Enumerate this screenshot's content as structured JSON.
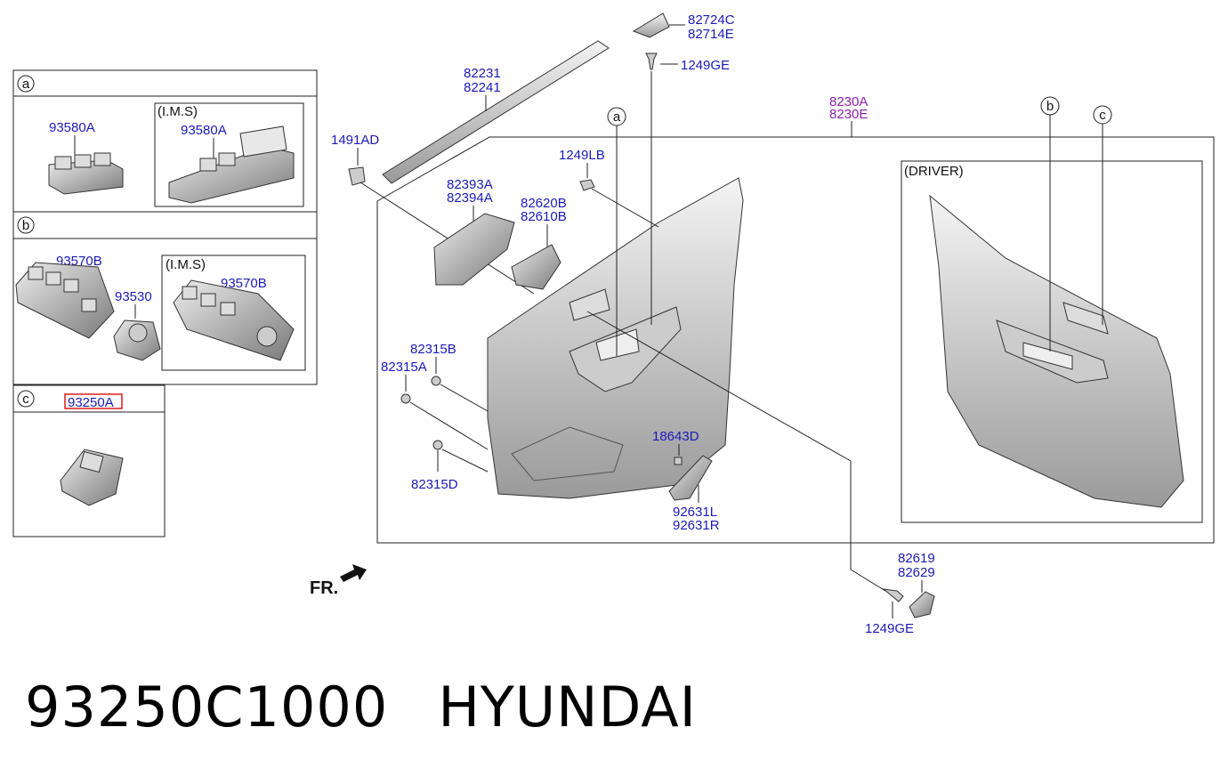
{
  "panels": {
    "a": {
      "circle": "a",
      "part": "93580A",
      "ims_label": "(I.M.S)",
      "ims_part": "93580A"
    },
    "b": {
      "circle": "b",
      "part": "93570B",
      "part2": "93530",
      "ims_label": "(I.M.S)",
      "ims_part": "93570B"
    },
    "c": {
      "circle": "c",
      "part": "93250A",
      "highlight_color": "#e01818"
    }
  },
  "main": {
    "assembly_label_1": "8230A",
    "assembly_label_2": "8230E",
    "driver_label": "(DRIVER)",
    "callouts": {
      "a": "a",
      "b": "b",
      "c": "c"
    },
    "parts": {
      "p82724C": "82724C",
      "p82714E": "82714E",
      "p1249GE_top": "1249GE",
      "p82231": "82231",
      "p82241": "82241",
      "p1491AD": "1491AD",
      "p1249LB": "1249LB",
      "p82393A": "82393A",
      "p82394A": "82394A",
      "p82620B": "82620B",
      "p82610B": "82610B",
      "p82315B": "82315B",
      "p82315A": "82315A",
      "p82315D": "82315D",
      "p18643D": "18643D",
      "p92631L": "92631L",
      "p92631R": "92631R",
      "p82619": "82619",
      "p82629": "82629",
      "p1249GE_bottom": "1249GE"
    },
    "fr_label": "FR."
  },
  "footer": {
    "part_number": "93250C1000",
    "brand": "HYUNDAI"
  },
  "colors": {
    "part_number_text": "#1a1ab8",
    "assembly_text": "#8b1fa8",
    "line": "#222222"
  }
}
